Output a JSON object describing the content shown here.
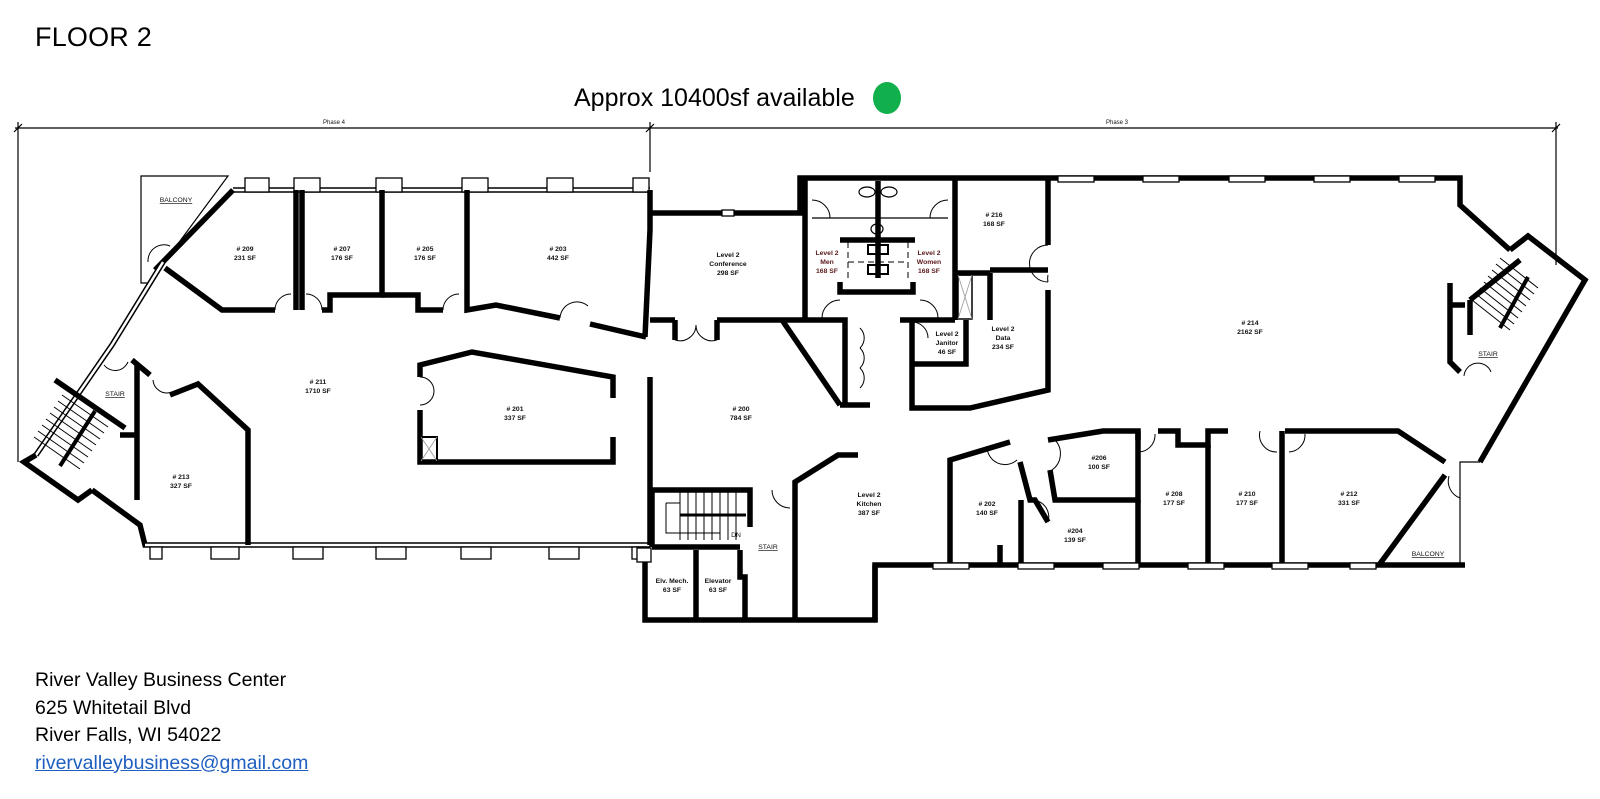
{
  "header": {
    "title": "FLOOR 2",
    "availability_text": "Approx 10400sf available",
    "availability_status_color": "#12b04c",
    "availability_icon": "green-status-dot"
  },
  "dimension_line": {
    "phases": [
      {
        "label": "Phase 4"
      },
      {
        "label": "Phase 3"
      }
    ]
  },
  "floor_plan": {
    "rooms": [
      {
        "id": "209",
        "name": "# 209",
        "area": "231 SF"
      },
      {
        "id": "207",
        "name": "# 207",
        "area": "176 SF"
      },
      {
        "id": "205",
        "name": "# 205",
        "area": "176 SF"
      },
      {
        "id": "203",
        "name": "# 203",
        "area": "442 SF"
      },
      {
        "id": "conference",
        "line1": "Level 2",
        "line2": "Conference",
        "area": "298 SF"
      },
      {
        "id": "men",
        "line1": "Level 2",
        "line2": "Men",
        "area": "168 SF"
      },
      {
        "id": "women",
        "line1": "Level 2",
        "line2": "Women",
        "area": "168 SF"
      },
      {
        "id": "216",
        "name": "# 216",
        "area": "168 SF"
      },
      {
        "id": "janitor",
        "line1": "Level 2",
        "line2": "Janitor",
        "area": "46 SF"
      },
      {
        "id": "data",
        "line1": "Level 2",
        "line2": "Data",
        "area": "234 SF"
      },
      {
        "id": "214",
        "name": "# 214",
        "area": "2162 SF"
      },
      {
        "id": "211",
        "name": "# 211",
        "area": "1710 SF"
      },
      {
        "id": "201",
        "name": "# 201",
        "area": "337 SF"
      },
      {
        "id": "200",
        "name": "# 200",
        "area": "784 SF"
      },
      {
        "id": "213",
        "name": "# 213",
        "area": "327 SF"
      },
      {
        "id": "kitchen",
        "line1": "Level 2",
        "line2": "Kitchen",
        "area": "387 SF"
      },
      {
        "id": "elv_mech",
        "name": "Elv. Mech.",
        "area": "63 SF"
      },
      {
        "id": "elevator",
        "name": "Elevator",
        "area": "63 SF"
      },
      {
        "id": "202",
        "name": "# 202",
        "area": "140 SF"
      },
      {
        "id": "204",
        "name": "#204",
        "area": "139 SF"
      },
      {
        "id": "206",
        "name": "#206",
        "area": "100 SF"
      },
      {
        "id": "208",
        "name": "# 208",
        "area": "177 SF"
      },
      {
        "id": "210",
        "name": "# 210",
        "area": "177 SF"
      },
      {
        "id": "212",
        "name": "# 212",
        "area": "331 SF"
      }
    ],
    "annotations": {
      "balcony_nw": "BALCONY",
      "balcony_se": "BALCONY",
      "stair_west": "STAIR",
      "stair_east": "STAIR",
      "stair_center": "STAIR",
      "stair_down": "DN"
    }
  },
  "footer": {
    "name": "River Valley Business Center",
    "street": "625 Whitetail Blvd",
    "city_state_zip": "River Falls, WI  54022",
    "email": "rivervalleybusiness@gmail.com"
  }
}
